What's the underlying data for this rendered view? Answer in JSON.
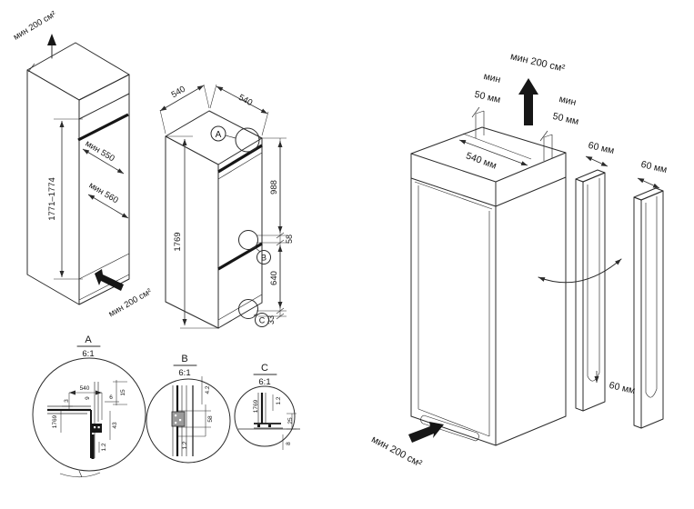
{
  "niche": {
    "top_vent_label": "мин 200 см²",
    "depth_top_label": "мин 550",
    "depth_bottom_label": "мин 560",
    "height_label": "1771–1774",
    "bottom_vent_label": "мин 200 см²"
  },
  "fridge_dims": {
    "width_label": "540",
    "depth_label": "540",
    "height_label": "1769",
    "chain": {
      "seg1": "988",
      "seg2": "58",
      "seg3": "640",
      "seg4": "33"
    },
    "marker_a": "A",
    "marker_b": "B",
    "marker_c": "C"
  },
  "details": {
    "a": {
      "letter": "A",
      "scale": "6:1",
      "dim_width": "540",
      "dim_height": "1769",
      "dim_3": "3",
      "dim_9": "9",
      "dim_6": "6",
      "dim_15": "15",
      "dim_43": "43",
      "dim_1_2": "1.2"
    },
    "b": {
      "letter": "B",
      "scale": "6:1",
      "dim_4_2": "4.2",
      "dim_58": "58",
      "dim_1_2": "1.2"
    },
    "c": {
      "letter": "C",
      "scale": "6:1",
      "dim_height": "1769",
      "dim_1_2": "1.2",
      "dim_25": "25",
      "dim_8": "8"
    }
  },
  "install": {
    "top_vent_label": "мин 200 см²",
    "min_left": "мин",
    "clearance_left": "50 мм",
    "min_right": "мин",
    "clearance_right": "50 мм",
    "width_label": "540 мм",
    "panel_gap_1": "60 мм",
    "panel_gap_2": "60 мм",
    "panel_bottom_gap": "60 мм",
    "bottom_vent_label": "мин 200 см²"
  }
}
